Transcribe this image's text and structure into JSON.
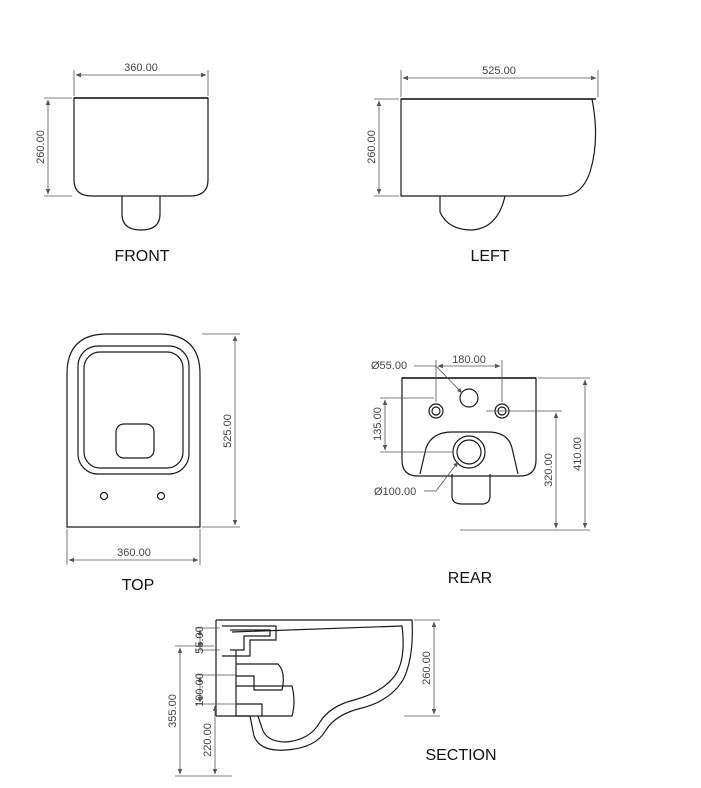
{
  "views": {
    "front": {
      "label": "FRONT",
      "width_dim": "360.00",
      "height_dim": "260.00"
    },
    "left": {
      "label": "LEFT",
      "width_dim": "525.00",
      "height_dim": "260.00"
    },
    "top": {
      "label": "TOP",
      "width_dim": "360.00",
      "height_dim": "525.00"
    },
    "rear": {
      "label": "REAR",
      "dia_small": "Ø55.00",
      "spacing": "180.00",
      "offset": "135.00",
      "dia_large": "Ø100.00",
      "height_low": "320.00",
      "height_high": "410.00"
    },
    "section": {
      "label": "SECTION",
      "d1": "55.00",
      "d2": "100.00",
      "d3": "355.00",
      "d4": "220.00",
      "d5": "260.00"
    }
  }
}
